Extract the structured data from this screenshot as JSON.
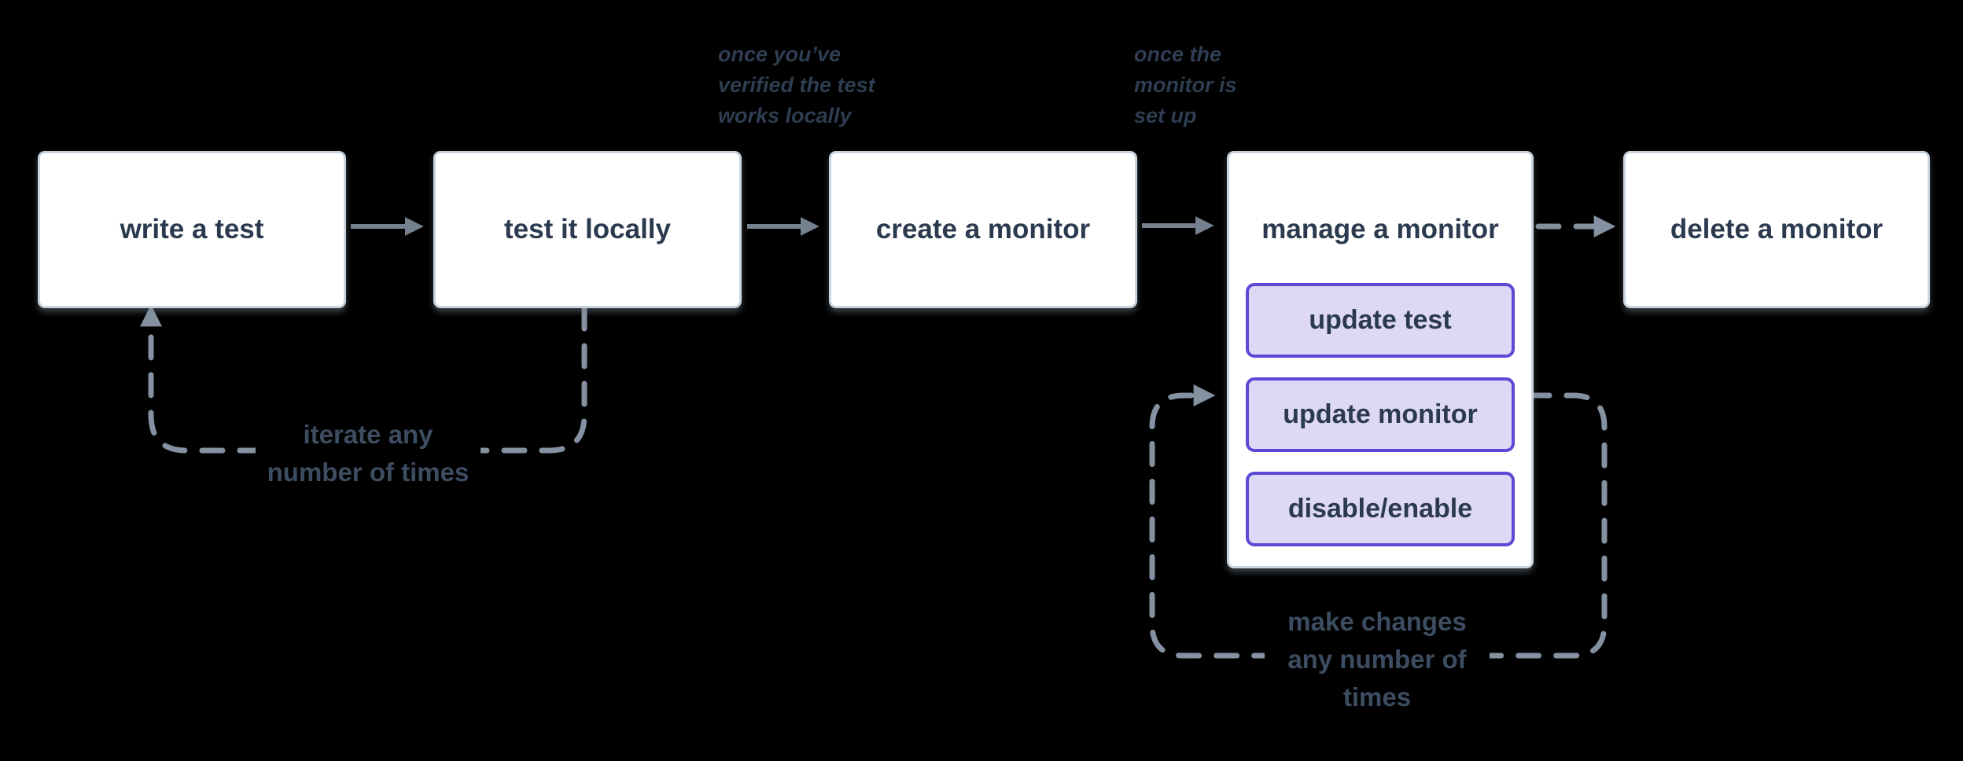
{
  "diagram_title": "monitor workflow flowchart",
  "colors": {
    "background": "#000000",
    "box_fill": "#ffffff",
    "box_border": "#c9d3dd",
    "box_text": "#2b3a4e",
    "button_fill": "#ded8f7",
    "button_border": "#5b4ad6",
    "arrow_solid": "#75818f",
    "arrow_dashed": "#8391a1",
    "annotation_text": "#2e3d51",
    "loop_label_text": "#3d4d61"
  },
  "boxes": [
    {
      "id": "write-test",
      "label": "write a test"
    },
    {
      "id": "test-locally",
      "label": "test it locally"
    },
    {
      "id": "create-monitor",
      "label": "create a monitor"
    },
    {
      "id": "manage-monitor",
      "label": "manage a monitor",
      "buttons": [
        {
          "label": "update test"
        },
        {
          "label": "update monitor"
        },
        {
          "label": "disable/enable"
        }
      ]
    },
    {
      "id": "delete-monitor",
      "label": "delete a monitor"
    }
  ],
  "annotations": [
    {
      "id": "after-local-test",
      "lines": [
        "once you’ve",
        "verified the test",
        "works locally"
      ]
    },
    {
      "id": "after-monitor-setup",
      "lines": [
        "once the",
        "monitor is",
        "set up"
      ]
    }
  ],
  "loops": [
    {
      "id": "iterate-loop",
      "lines": [
        "iterate any",
        "number of times"
      ]
    },
    {
      "id": "make-changes-loop",
      "lines": [
        "make changes",
        "any number of",
        "times"
      ]
    }
  ]
}
